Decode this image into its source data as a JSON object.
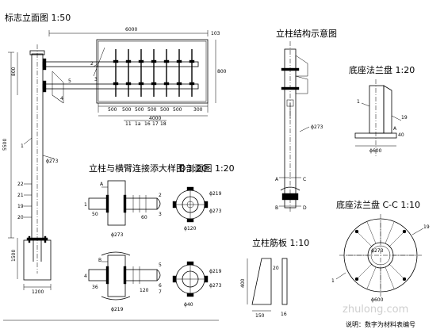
{
  "titles": {
    "elevation": "标志立面图 1:50",
    "column_structure": "立柱结构示意图",
    "base_flange": "底座法兰盘 1:20",
    "joint_detail": "立柱与横臂连接添大样图 1:20",
    "section_d": "D剖面图 1:20",
    "base_flange_cc": "底座法兰盘 C-C 1:10",
    "column_rib": "立柱筋板 1:10"
  },
  "elevation": {
    "overall_width": "6000",
    "column_height": "5500",
    "sign_width": "4000",
    "arm_gap": "800",
    "foundation_depth": "1500",
    "foundation_width": "1200",
    "pipe_dia": "ϕ273",
    "top_dim": "103",
    "slat_spacing": [
      "500",
      "500",
      "500",
      "500",
      "500",
      "500",
      "300"
    ],
    "sign_labels": [
      "11",
      "1a",
      "16",
      "17",
      "18"
    ],
    "side_callouts": [
      "22",
      "21",
      "19",
      "20"
    ],
    "part_labels": [
      "1",
      "2",
      "3",
      "4",
      "5"
    ]
  },
  "column_structure": {
    "pipe_label": "ϕ273",
    "labels": [
      "A",
      "B",
      "C",
      "D"
    ]
  },
  "base_flange": {
    "labels": [
      "1",
      "19",
      "A"
    ],
    "dims": [
      "ϕ600",
      "40"
    ]
  },
  "joint_detail": {
    "labels": [
      "A",
      "B",
      "1",
      "2",
      "3",
      "4",
      "5",
      "6",
      "7"
    ],
    "dims": [
      "50",
      "60",
      "36",
      "120",
      "ϕ273",
      "ϕ219"
    ]
  },
  "section_d": {
    "dims": [
      "ϕ219",
      "ϕ273",
      "ϕ120",
      "ϕ40"
    ]
  },
  "base_flange_cc": {
    "labels": [
      "19",
      "1"
    ],
    "dims": [
      "ϕ600",
      "ϕ273"
    ]
  },
  "column_rib": {
    "dims": [
      "400",
      "150",
      "16",
      "20"
    ]
  },
  "watermark": "zhulong.com",
  "note": "说明：数字为材料表编号"
}
